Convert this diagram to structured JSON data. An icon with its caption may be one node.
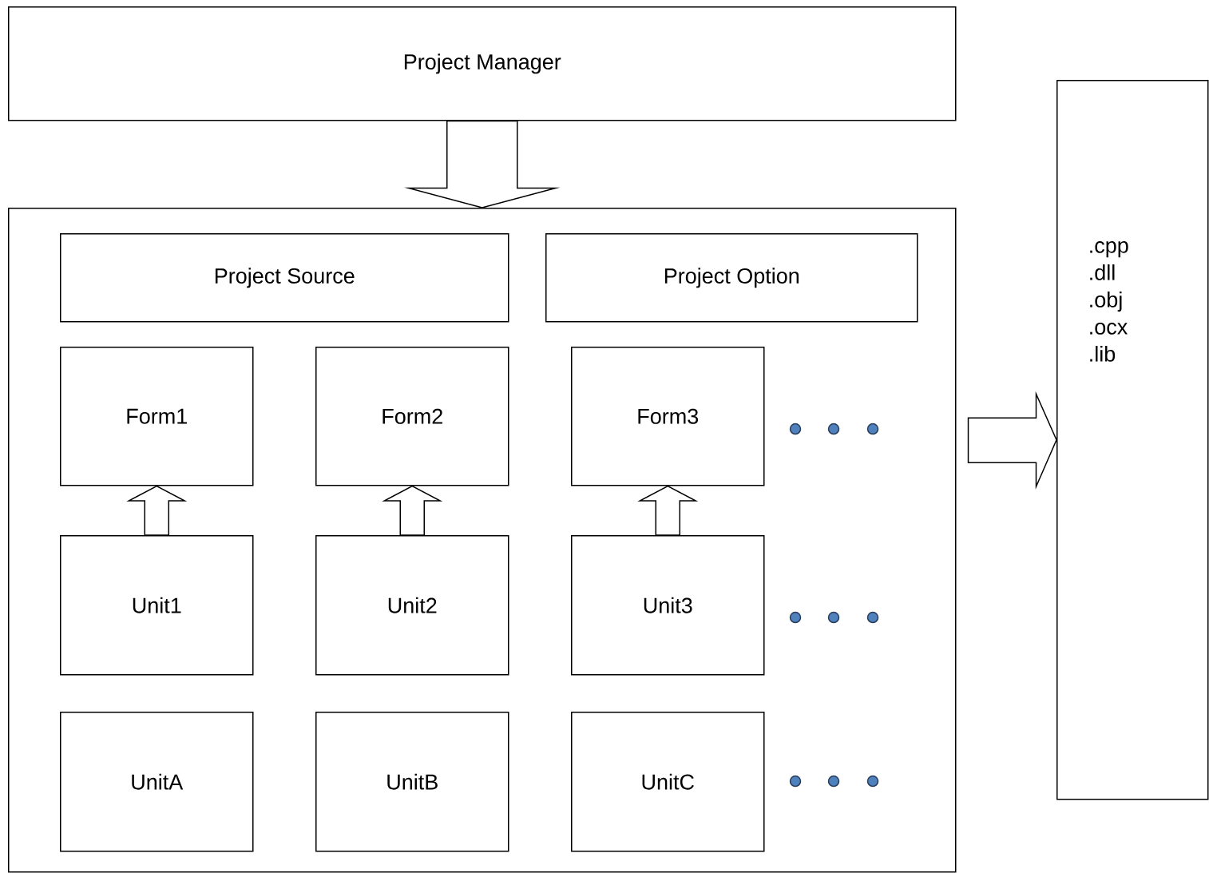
{
  "diagram": {
    "nodes": [
      {
        "text": [
          "Project Manager"
        ]
      },
      {
        "text": [],
        "shape": "box"
      },
      {
        "text": [
          "Project Source"
        ],
        "in": 1
      },
      {
        "text": [
          "Project Option"
        ],
        "in": 1
      },
      {
        "text": [
          "Form1"
        ],
        "in": 1
      },
      {
        "text": [
          "Form2"
        ],
        "in": 1
      },
      {
        "text": [
          "Form3"
        ],
        "in": 1
      },
      {
        "text": [
          "Unit1"
        ],
        "in": 1
      },
      {
        "text": [
          "Unit2"
        ],
        "in": 1
      },
      {
        "text": [
          "Unit3"
        ],
        "in": 1
      },
      {
        "text": [
          "UnitA"
        ],
        "in": 1
      },
      {
        "text": [
          "UnitB"
        ],
        "in": 1
      },
      {
        "text": [
          "UnitC"
        ],
        "in": 1
      },
      {
        "text": [
          ".cpp",
          ".dll",
          ".obj",
          ".ocx",
          ".lib"
        ]
      }
    ],
    "edges": [
      {
        "from": 0,
        "to": 1,
        "arrow": "to"
      },
      {
        "from": 7,
        "to": 4,
        "arrow": "to"
      },
      {
        "from": 8,
        "to": 5,
        "arrow": "to"
      },
      {
        "from": 9,
        "to": 6,
        "arrow": "to"
      },
      {
        "from": 1,
        "to": 13,
        "arrow": "to"
      }
    ]
  }
}
